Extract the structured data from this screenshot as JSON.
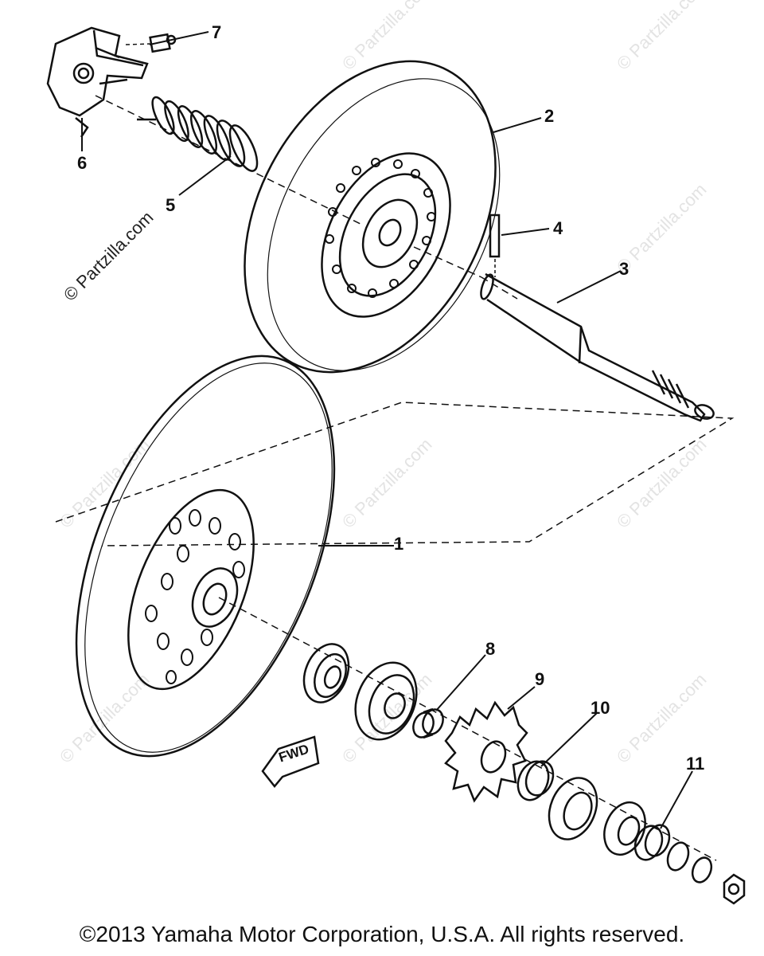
{
  "watermark": {
    "text": "© Partzilla.com"
  },
  "callouts": {
    "c1": "1",
    "c2": "2",
    "c3": "3",
    "c4": "4",
    "c5": "5",
    "c6": "6",
    "c7": "7",
    "c8": "8",
    "c9": "9",
    "c10": "10",
    "c11": "11"
  },
  "fwd_label": "FWD",
  "copyright": "©2013  Yamaha Motor Corporation, U.S.A. All rights reserved."
}
